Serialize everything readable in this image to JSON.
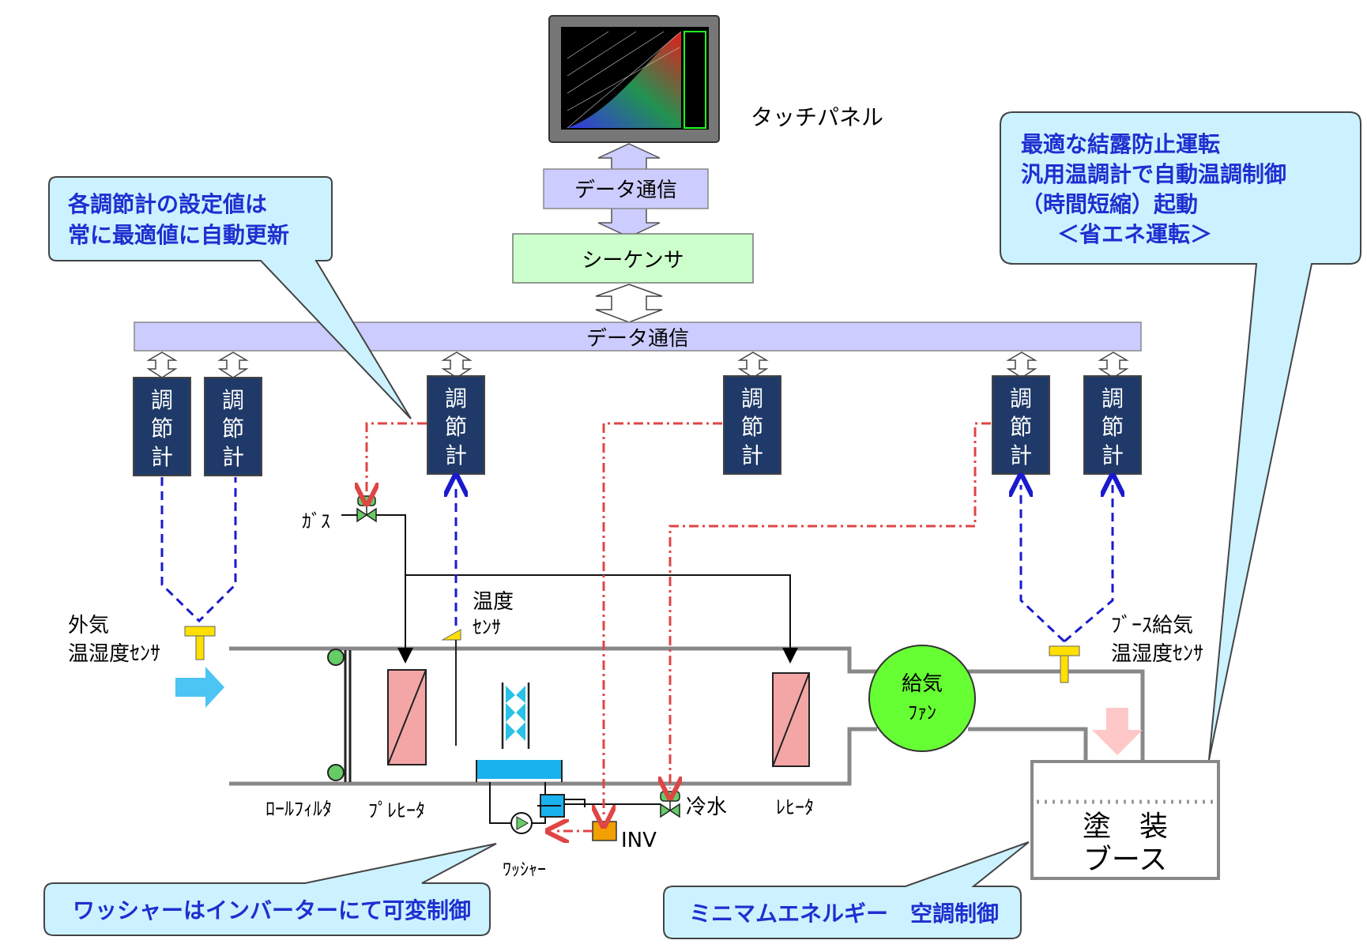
{
  "touch_panel": {
    "label": "タッチパネル"
  },
  "comm_top": {
    "label": "データ通信"
  },
  "sequencer": {
    "label": "シーケンサ"
  },
  "comm_bus": {
    "label": "データ通信"
  },
  "controller": {
    "line1": "調",
    "line2": "節",
    "line3": "計"
  },
  "callouts": {
    "setpoint": {
      "line1": "各調節計の設定値は",
      "line2": "常に最適値に自動更新"
    },
    "dew": {
      "line1": "最適な結露防止運転",
      "line2": "汎用温調計で自動温調制御",
      "line3": "（時間短縮）起動",
      "line4": "＜省エネ運転＞"
    },
    "washer": {
      "text": "ワッシャーはインバーターにて可変制御"
    },
    "energy": {
      "text": "ミニマムエネルギー　空調制御"
    }
  },
  "labels": {
    "outside_sensor_1": "外気",
    "outside_sensor_2": "温湿度ｾﾝｻ",
    "temp_sensor_1": "温度",
    "temp_sensor_2": "ｾﾝｻ",
    "gas": "ｶﾞｽ",
    "roll_filter": "ﾛｰﾙﾌｨﾙﾀ",
    "preheater": "ﾌﾟﾚﾋｰﾀ",
    "reheater": "ﾚﾋｰﾀ",
    "chilled_water": "冷水",
    "inv": "INV",
    "washer": "ﾜｯｼｬｰ",
    "fan_1": "給気",
    "fan_2": "ﾌｧﾝ",
    "booth_sensor_1": "ﾌﾞｰｽ給気",
    "booth_sensor_2": "温湿度ｾﾝｻ",
    "booth_1": "塗　装",
    "booth_2": "ブース"
  },
  "colors": {
    "controller_fill": "#1f3a68",
    "bus_fill": "#ccccff",
    "sequencer_fill": "#ccffcc",
    "callout_fill": "#ccf2ff",
    "callout_text": "#1f2fd0",
    "sensor_dash": "#1a1acc",
    "control_dashdot": "#e04545",
    "fan_fill": "#66ff33",
    "coil_fill": "#f4a6a6",
    "water_fill": "#19b2ee",
    "inv_fill": "#f0a000"
  }
}
